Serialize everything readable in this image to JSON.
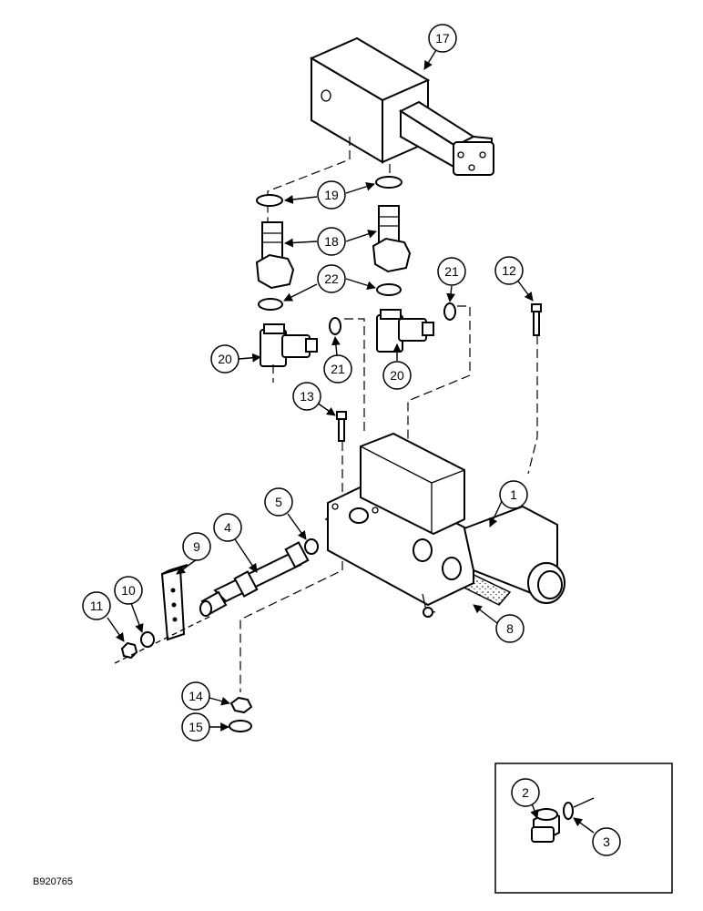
{
  "figure_code": "B920765",
  "callouts": {
    "c17": "17",
    "c19": "19",
    "c18": "18",
    "c22": "22",
    "c21a": "21",
    "c21b": "21",
    "c12": "12",
    "c20a": "20",
    "c20b": "20",
    "c13": "13",
    "c1": "1",
    "c5": "5",
    "c4": "4",
    "c9": "9",
    "c10": "10",
    "c11": "11",
    "c8": "8",
    "c14": "14",
    "c15": "15",
    "c2": "2",
    "c3": "3"
  }
}
